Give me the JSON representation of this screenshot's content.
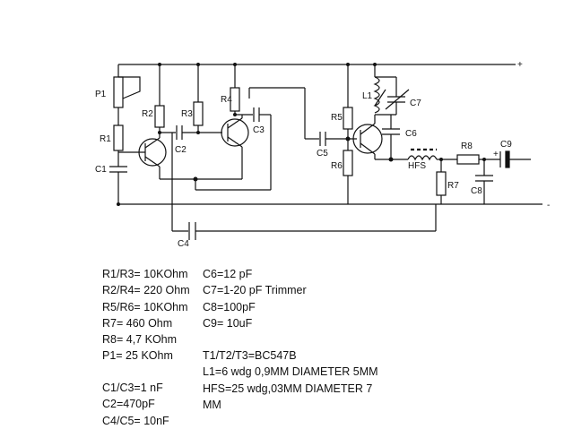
{
  "schematic": {
    "rails": {
      "positive": "+",
      "negative": "-"
    },
    "labels": {
      "P1": "P1",
      "R1": "R1",
      "R2": "R2",
      "R3": "R3",
      "R4": "R4",
      "R5": "R5",
      "R6": "R6",
      "R7": "R7",
      "R8": "R8",
      "C1": "C1",
      "C2": "C2",
      "C3": "C3",
      "C4": "C4",
      "C5": "C5",
      "C6": "C6",
      "C7": "C7",
      "C8": "C8",
      "C9": "C9",
      "L1": "L1",
      "HFS": "HFS"
    },
    "electrolytic_mark": "+"
  },
  "parts_list": {
    "resistors": [
      "R1/R3= 10KOhm",
      "R2/R4= 220 Ohm",
      "R5/R6= 10KOhm",
      "R7= 460 Ohm",
      "R8= 4,7 KOhm",
      "P1= 25 KOhm"
    ],
    "capacitors_small": [
      "C6=12 pF",
      "C7=1-20 pF Trimmer",
      "C8=100pF",
      "C9= 10uF"
    ],
    "semiconductors_coils": [
      "T1/T2/T3=BC547B",
      "L1=6 wdg 0,9MM DIAMETER 5MM",
      "HFS=25 wdg,03MM DIAMETER 7",
      "MM"
    ],
    "capacitors_large": [
      "C1/C3=1 nF",
      "C2=470pF",
      "C4/C5= 10nF"
    ],
    "stray_mark": "-"
  }
}
